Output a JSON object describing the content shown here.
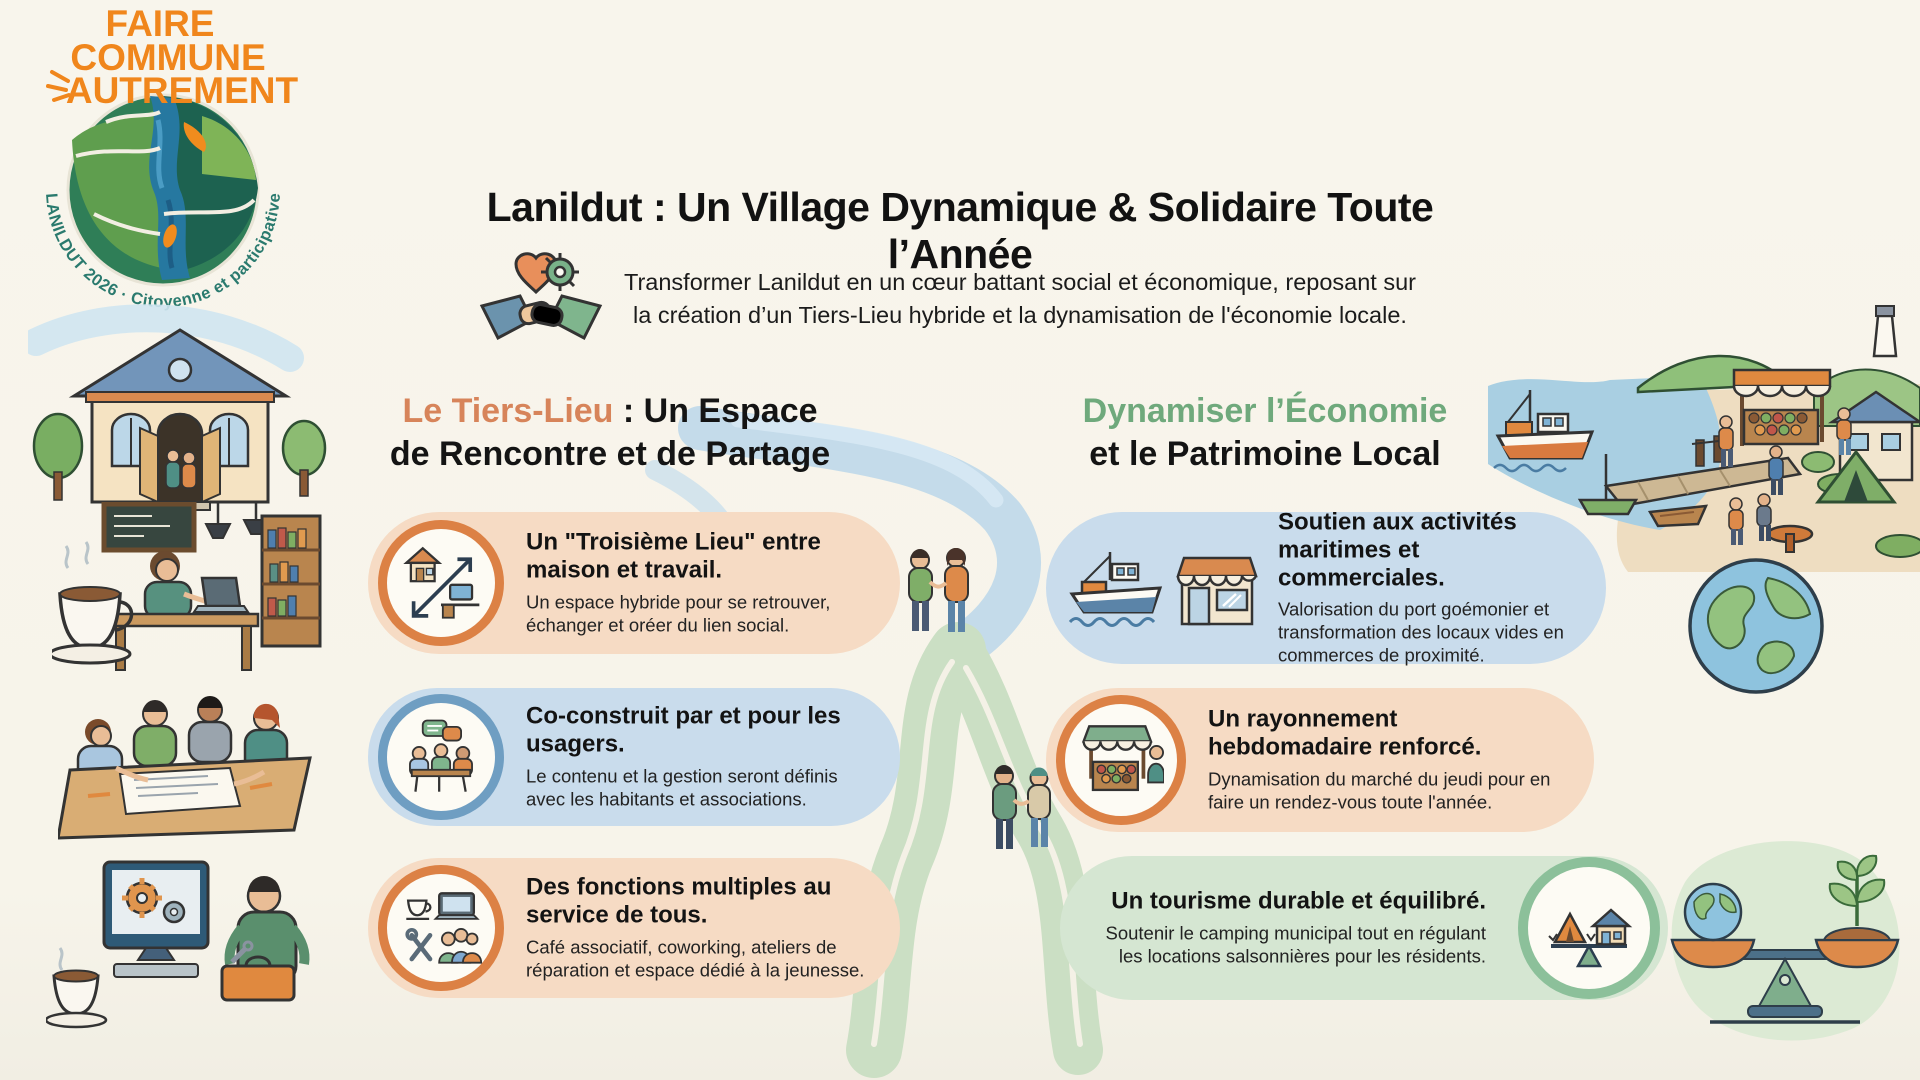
{
  "logo": {
    "wordmark": [
      "FAIRE",
      "COMMUNE",
      "AUTREMENT"
    ],
    "arc_text": "LANILDUT 2026 · Citoyenne et participative",
    "colors": {
      "wordmark": "#f0861c",
      "arc": "#2a7a6e"
    }
  },
  "header": {
    "title": "Lanildut : Un Village Dynamique & Solidaire Toute l’Année",
    "intro_line1": "Transformer Lanildut en un cœur battant social et économique, reposant sur",
    "intro_line2": "la création d’un Tiers-Lieu hybride et la dynamisation de l'économie locale.",
    "intro_icon": "handshake-heart-gear-icon"
  },
  "sections": {
    "tiers_lieu": {
      "title_accent": "Le Tiers-Lieu",
      "title_rest": " : Un Espace",
      "title_line2": "de Rencontre et de Partage",
      "accent_color": "#d7845a",
      "cards": [
        {
          "title": "Un \"Troisième Lieu\" entre maison et travail.",
          "body": "Un espace hybride pour se retrouver, échanger et oréer du lien social.",
          "icon": "home-work-arrows-icon"
        },
        {
          "title": "Co-construit par et pour les usagers.",
          "body": "Le contenu et la gestion seront définis avec les habitants et associations.",
          "icon": "meeting-table-icon"
        },
        {
          "title": "Des fonctions multiples au service de tous.",
          "body": "Café associatif, coworking, ateliers de réparation et espace dédié à la jeunesse.",
          "icon": "multi-services-icon"
        }
      ]
    },
    "economie": {
      "title_accent": "Dynamiser l’Économie",
      "title_line2": "et le Patrimoine Local",
      "accent_color": "#6fa97c",
      "cards": [
        {
          "title": "Soutien aux activités maritimes et commerciales.",
          "body": "Valorisation du port goémonier et transformation des locaux vides en commerces de proximité.",
          "icons": [
            "fishing-boat-icon",
            "storefront-icon"
          ]
        },
        {
          "title": "Un rayonnement hebdomadaire renforcé.",
          "body": "Dynamisation du marché du jeudi pour en faire un rendez-vous toute l'année.",
          "icon": "market-stall-icon"
        },
        {
          "title": "Un tourisme durable et équilibré.",
          "body": "Soutenir le camping municipal tout en régulant les locations salsonnières pour les résidents.",
          "icon": "tent-house-balance-icon"
        }
      ]
    }
  },
  "illustrations": [
    "community-building",
    "cafe-coworking-scene",
    "co-construction-table-scene",
    "repair-workshop-scene",
    "harbor-market-scene",
    "globe",
    "earth-plant-scales",
    "village-paths-with-people"
  ],
  "colors": {
    "background": "#f7f4ea",
    "card_peach": "#f6dbc4",
    "card_blue": "#c9dcec",
    "card_green": "#d5e6d2",
    "circle_orange": "#dc8145",
    "circle_blue": "#6f9ec2",
    "circle_green": "#8cc09a",
    "text_dark": "#161616"
  }
}
